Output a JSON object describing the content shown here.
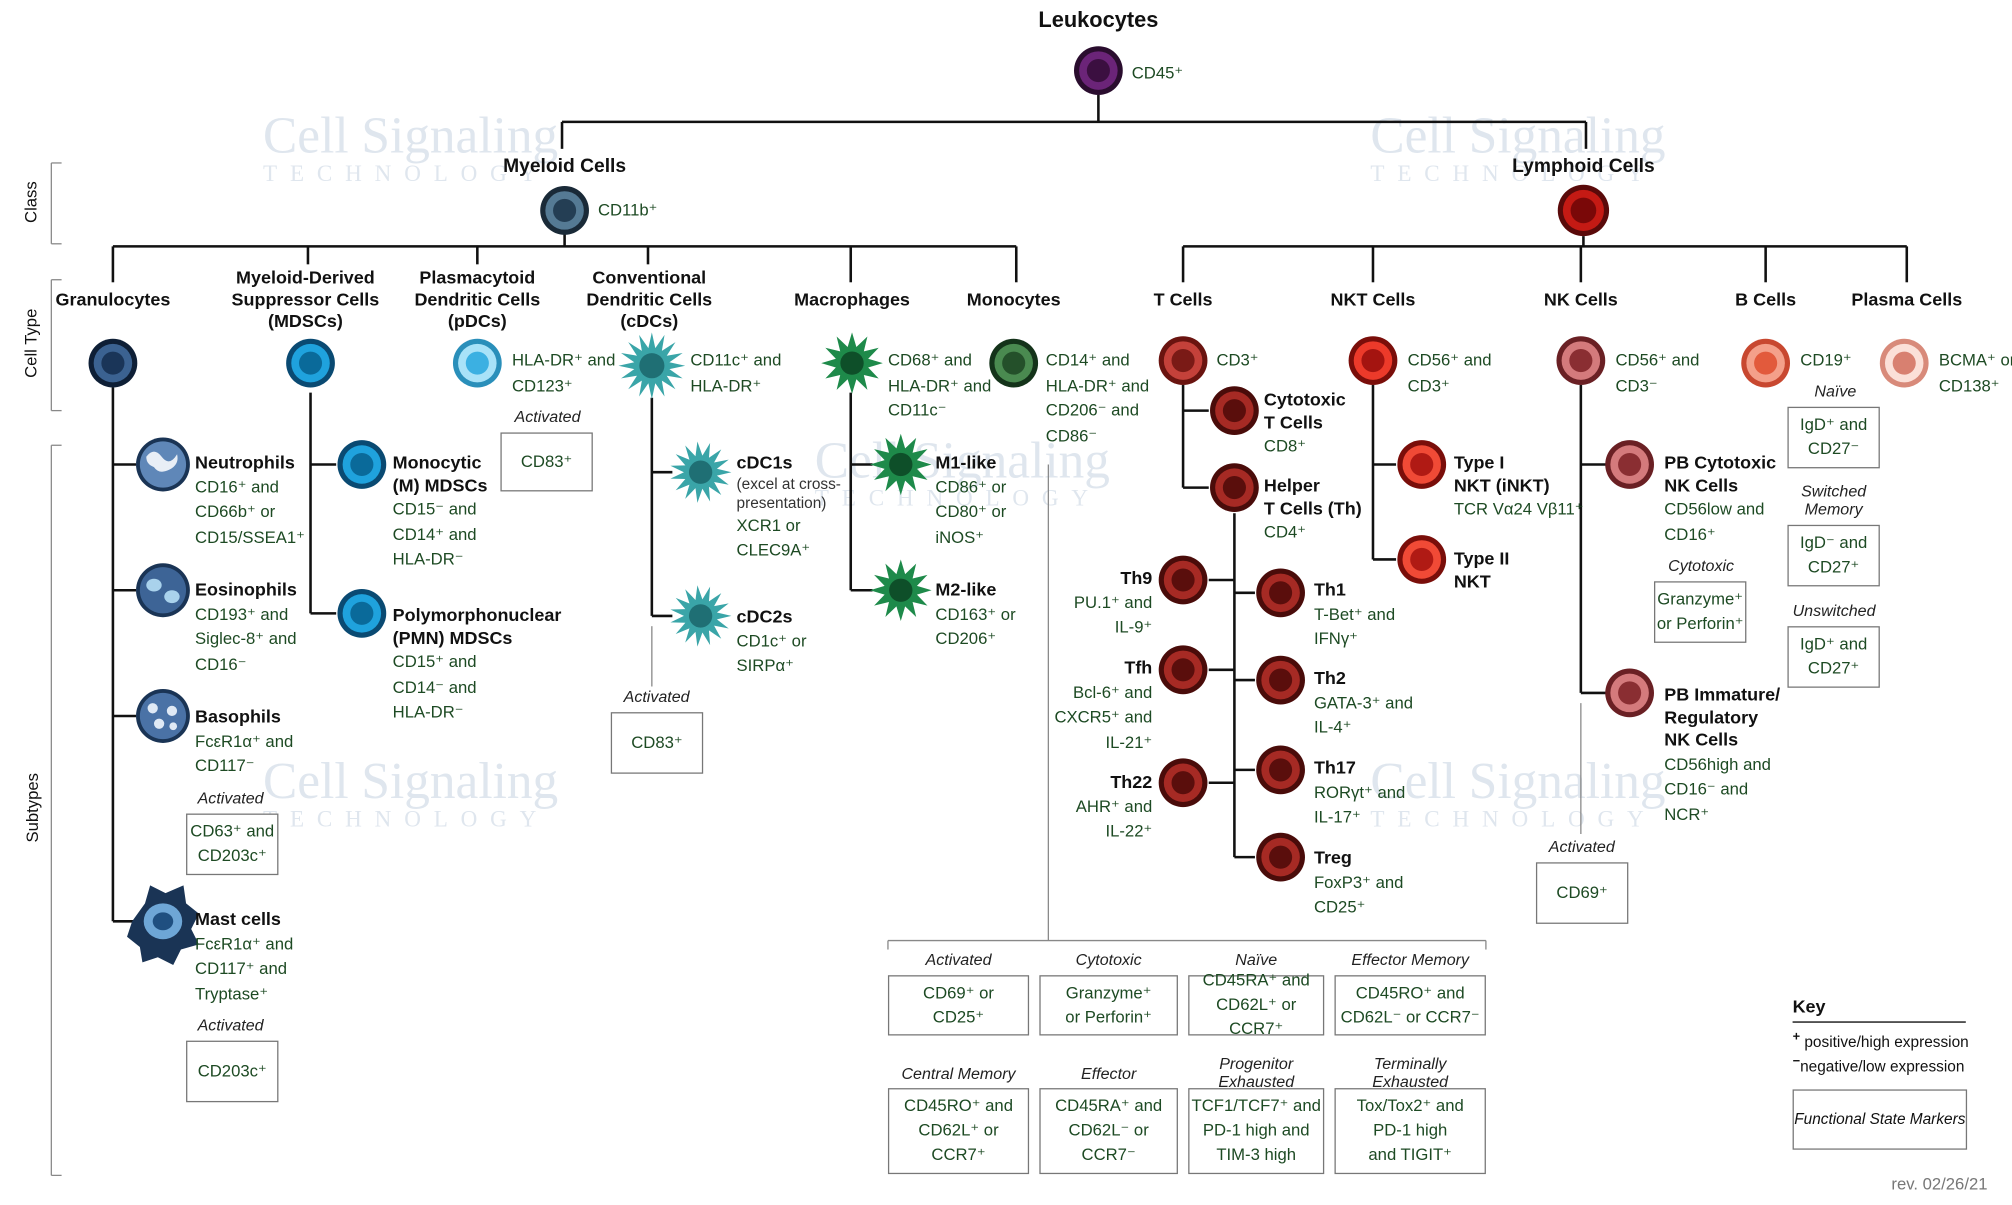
{
  "title": "Leukocytes",
  "root_marker": "CD45⁺",
  "row_labels": {
    "class": "Class",
    "cell_type": "Cell Type",
    "subtypes": "Subtypes"
  },
  "watermark": {
    "brand": "Cell Signaling",
    "sub": "TECHNOLOGY"
  },
  "myeloid": {
    "name": "Myeloid Cells",
    "marker": "CD11b⁺",
    "granulocytes": {
      "name": "Granulocytes",
      "neutrophils": {
        "name": "Neutrophils",
        "m1": "CD16⁺ and",
        "m2": "CD66b⁺ or",
        "m3": "CD15/SSEA1⁺"
      },
      "eosinophils": {
        "name": "Eosinophils",
        "m1": "CD193⁺ and",
        "m2": "Siglec-8⁺ and",
        "m3": "CD16⁻"
      },
      "basophils": {
        "name": "Basophils",
        "m1": "FcεR1α⁺ and",
        "m2": "CD117⁻",
        "activated": "Activated",
        "box1": "CD63⁺ and",
        "box2": "CD203c⁺"
      },
      "mast": {
        "name": "Mast cells",
        "m1": "FcεR1α⁺ and",
        "m2": "CD117⁺ and",
        "m3": "Tryptase⁺",
        "activated": "Activated",
        "box1": "CD203c⁺"
      }
    },
    "mdsc": {
      "name1": "Myeloid-Derived",
      "name2": "Suppressor Cells",
      "name3": "(MDSCs)",
      "monocytic": {
        "name1": "Monocytic",
        "name2": "(M) MDSCs",
        "m1": "CD15⁻ and",
        "m2": "CD14⁺ and",
        "m3": "HLA-DR⁻"
      },
      "pmn": {
        "name1": "Polymorphonuclear",
        "name2": "(PMN) MDSCs",
        "m1": "CD15⁺ and",
        "m2": "CD14⁻ and",
        "m3": "HLA-DR⁻"
      }
    },
    "pdc": {
      "name1": "Plasmacytoid",
      "name2": "Dendritic Cells",
      "name3": "(pDCs)",
      "m1": "HLA-DR⁺ and",
      "m2": "CD123⁺",
      "activated": "Activated",
      "box1": "CD83⁺"
    },
    "cdc": {
      "name1": "Conventional",
      "name2": "Dendritic Cells",
      "name3": "(cDCs)",
      "m1": "CD11c⁺ and",
      "m2": "HLA-DR⁺",
      "cdc1": {
        "name": "cDC1s",
        "note1": "(excel at cross-",
        "note2": "presentation)",
        "m1": "XCR1 or",
        "m2": "CLEC9A⁺"
      },
      "cdc2": {
        "name": "cDC2s",
        "m1": "CD1c⁺ or",
        "m2": "SIRPα⁺"
      },
      "activated": "Activated",
      "box1": "CD83⁺"
    },
    "macro": {
      "name": "Macrophages",
      "m1": "CD68⁺ and",
      "m2": "HLA-DR⁺ and",
      "m3": "CD11c⁻",
      "m1like": {
        "name": "M1-like",
        "m1": "CD86⁺ or",
        "m2": "CD80⁺ or",
        "m3": "iNOS⁺"
      },
      "m2like": {
        "name": "M2-like",
        "m1": "CD163⁺ or",
        "m2": "CD206⁺"
      }
    },
    "mono": {
      "name": "Monocytes",
      "m1": "CD14⁺ and",
      "m2": "HLA-DR⁺ and",
      "m3": "CD206⁻ and",
      "m4": "CD86⁻"
    }
  },
  "lymphoid": {
    "name": "Lymphoid Cells",
    "tcells": {
      "name": "T Cells",
      "m1": "CD3⁺",
      "cyto": {
        "name1": "Cytotoxic",
        "name2": "T Cells",
        "m1": "CD8⁺"
      },
      "helper": {
        "name1": "Helper",
        "name2": "T Cells (Th)",
        "m1": "CD4⁺"
      },
      "th9": {
        "name": "Th9",
        "m1": "PU.1⁺ and",
        "m2": "IL-9⁺"
      },
      "tfh": {
        "name": "Tfh",
        "m1": "Bcl-6⁺ and",
        "m2": "CXCR5⁺ and",
        "m3": "IL-21⁺"
      },
      "th22": {
        "name": "Th22",
        "m1": "AHR⁺ and",
        "m2": "IL-22⁺"
      },
      "th1": {
        "name": "Th1",
        "m1": "T-Bet⁺ and",
        "m2": "IFNγ⁺"
      },
      "th2": {
        "name": "Th2",
        "m1": "GATA-3⁺ and",
        "m2": "IL-4⁺"
      },
      "th17": {
        "name": "Th17",
        "m1": "RORγt⁺ and",
        "m2": "IL-17⁺"
      },
      "treg": {
        "name": "Treg",
        "m1": "FoxP3⁺ and",
        "m2": "CD25⁺"
      }
    },
    "nkt": {
      "name": "NKT Cells",
      "m1": "CD56⁺ and",
      "m2": "CD3⁺",
      "type1": {
        "name1": "Type I",
        "name2": "NKT (iNKT)",
        "m1": "TCR Vα24 Vβ11⁺"
      },
      "type2": {
        "name1": "Type II",
        "name2": "NKT"
      }
    },
    "nk": {
      "name": "NK Cells",
      "m1": "CD56⁺ and",
      "m2": "CD3⁻",
      "pbcyto": {
        "name1": "PB Cytotoxic",
        "name2": "NK Cells",
        "m1": "CD56low and",
        "m2": "CD16⁺",
        "cytotoxic": "Cytotoxic",
        "box1": "Granzyme⁺",
        "box2": "or Perforin⁺"
      },
      "pbimm": {
        "name1": "PB Immature/",
        "name2": "Regulatory",
        "name3": "NK Cells",
        "m1": "CD56high and",
        "m2": "CD16⁻ and",
        "m3": "NCR⁺"
      },
      "activated": "Activated",
      "box1": "CD69⁺"
    },
    "bcells": {
      "name": "B Cells",
      "m1": "CD19⁺",
      "naive": "Naïve",
      "naive1": "IgD⁺ and",
      "naive2": "CD27⁻",
      "switched1": "Switched",
      "switched2": "Memory",
      "sw1": "IgD⁻ and",
      "sw2": "CD27⁺",
      "unswitched": "Unswitched",
      "un1": "IgD⁺ and",
      "un2": "CD27⁺"
    },
    "plasma": {
      "name": "Plasma Cells",
      "m1": "BCMA⁺ or",
      "m2": "CD138⁺"
    }
  },
  "tstates": [
    {
      "label": "Activated",
      "l1": "CD69⁺ or",
      "l2": "CD25⁺"
    },
    {
      "label": "Cytotoxic",
      "l1": "Granzyme⁺",
      "l2": "or Perforin⁺"
    },
    {
      "label": "Naïve",
      "l1": "CD45RA⁺ and",
      "l2": "CD62L⁺ or CCR7⁺"
    },
    {
      "label": "Effector Memory",
      "l1": "CD45RO⁺ and",
      "l2": "CD62L⁻ or CCR7⁻"
    },
    {
      "label": "Central Memory",
      "l1": "CD45RO⁺ and",
      "l2": "CD62L⁺ or CCR7⁺"
    },
    {
      "label": "Effector",
      "l1": "CD45RA⁺ and",
      "l2": "CD62L⁻ or CCR7⁻"
    },
    {
      "label1": "Progenitor",
      "label2": "Exhausted",
      "l1": "TCF1/TCF7⁺ and",
      "l2": "PD-1 high and",
      "l3": "TIM-3 high"
    },
    {
      "label1": "Terminally",
      "label2": "Exhausted",
      "l1": "Tox/Tox2⁺ and",
      "l2": "PD-1 high",
      "l3": "and TIGIT⁺"
    }
  ],
  "key": {
    "title": "Key",
    "pos": "positive/high expression",
    "neg": "negative/low expression",
    "box": "Functional State Markers"
  },
  "revision": "rev. 02/26/21",
  "colors": {
    "myeloid": "#2f4d66",
    "granulocyte": "#1f3d63",
    "mdsc": "#1a8cc4",
    "pdc": "#5cc2ec",
    "dendritic": "#3aa5a8",
    "macrophage": "#1e8a4a",
    "monocyte": "#2e6b35",
    "tcell": "#a52520",
    "lymphoid": "#b01010",
    "nkt": "#e23a2a",
    "nk": "#b65558",
    "bcell": "#e06a50",
    "plasma": "#e8a89a",
    "marker_text": "#1d4a23"
  }
}
